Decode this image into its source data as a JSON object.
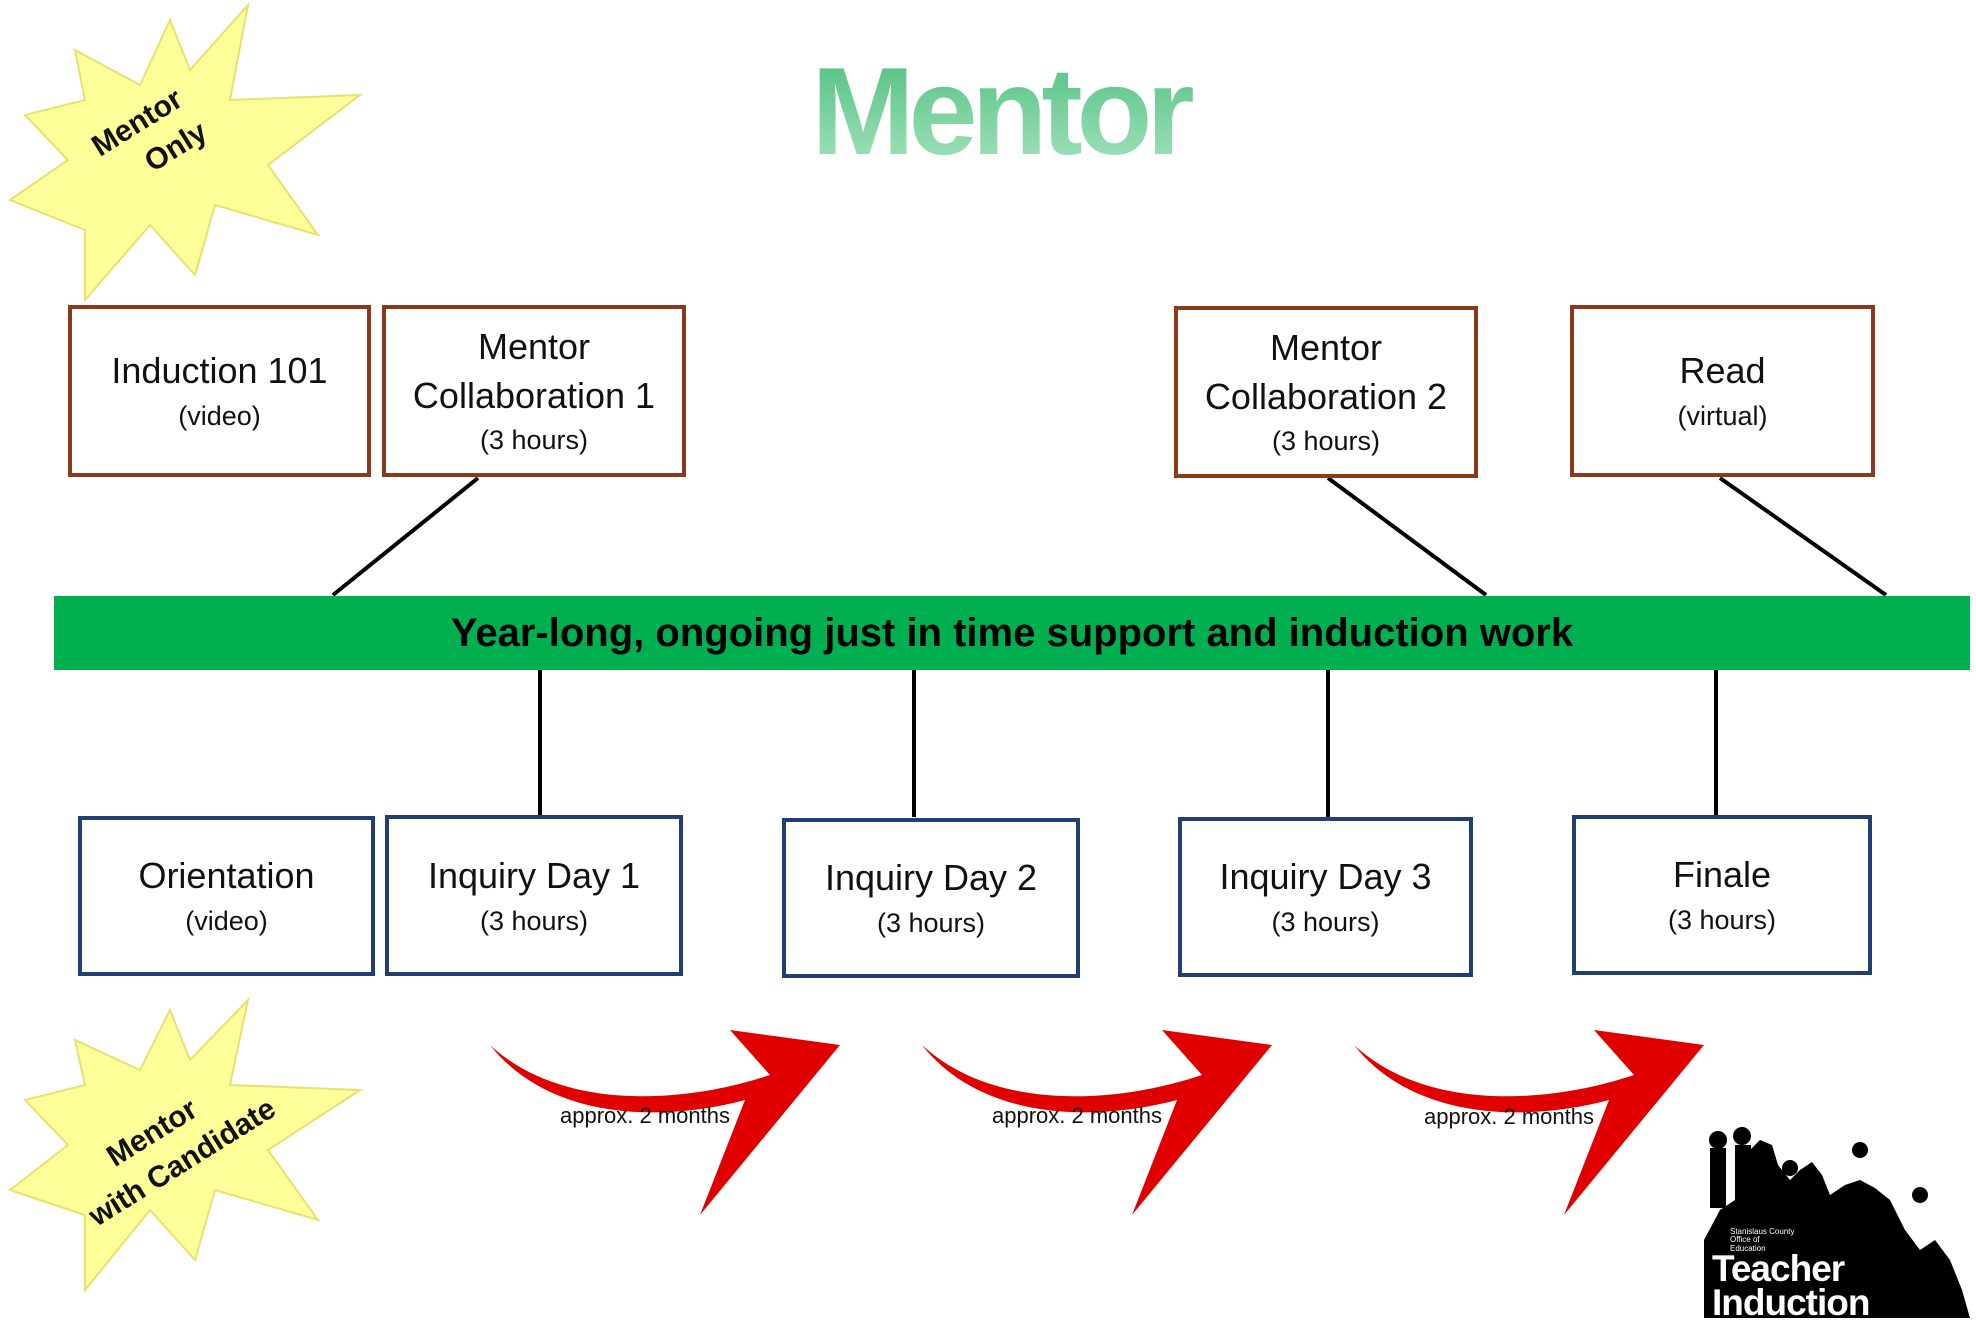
{
  "title": "Mentor",
  "starbursts": {
    "top": {
      "line1": "Mentor",
      "line2": "Only"
    },
    "bottom": {
      "line1": "Mentor",
      "line2": "with Candidate"
    }
  },
  "mentor_boxes": [
    {
      "main": "Induction 101",
      "sub": "(video)"
    },
    {
      "main": "Mentor Collaboration 1",
      "sub": "(3 hours)"
    },
    {
      "main": "Mentor Collaboration 2",
      "sub": "(3 hours)"
    },
    {
      "main": "Read",
      "sub": "(virtual)"
    }
  ],
  "timeline_bar": {
    "label": "Year-long, ongoing just in time support and induction work"
  },
  "candidate_boxes": [
    {
      "main": "Orientation",
      "sub": "(video)"
    },
    {
      "main": "Inquiry Day 1",
      "sub": "(3 hours)"
    },
    {
      "main": "Inquiry Day 2",
      "sub": "(3 hours)"
    },
    {
      "main": "Inquiry Day 3",
      "sub": "(3 hours)"
    },
    {
      "main": "Finale",
      "sub": "(3 hours)"
    }
  ],
  "arrow_labels": [
    "approx. 2 months",
    "approx. 2 months",
    "approx. 2 months"
  ],
  "logo": {
    "org_line1": "Stanislaus County",
    "org_line2": "Office of",
    "org_line3": "Education",
    "word1": "Teacher",
    "word2": "Induction"
  },
  "colors": {
    "title_gradient_top": "#4fc07f",
    "starburst_fill": "#ffff99",
    "mentor_border": "#8a3a1a",
    "candidate_border": "#223f73",
    "bar_fill": "#00b050",
    "arrow_fill": "#e00000"
  }
}
